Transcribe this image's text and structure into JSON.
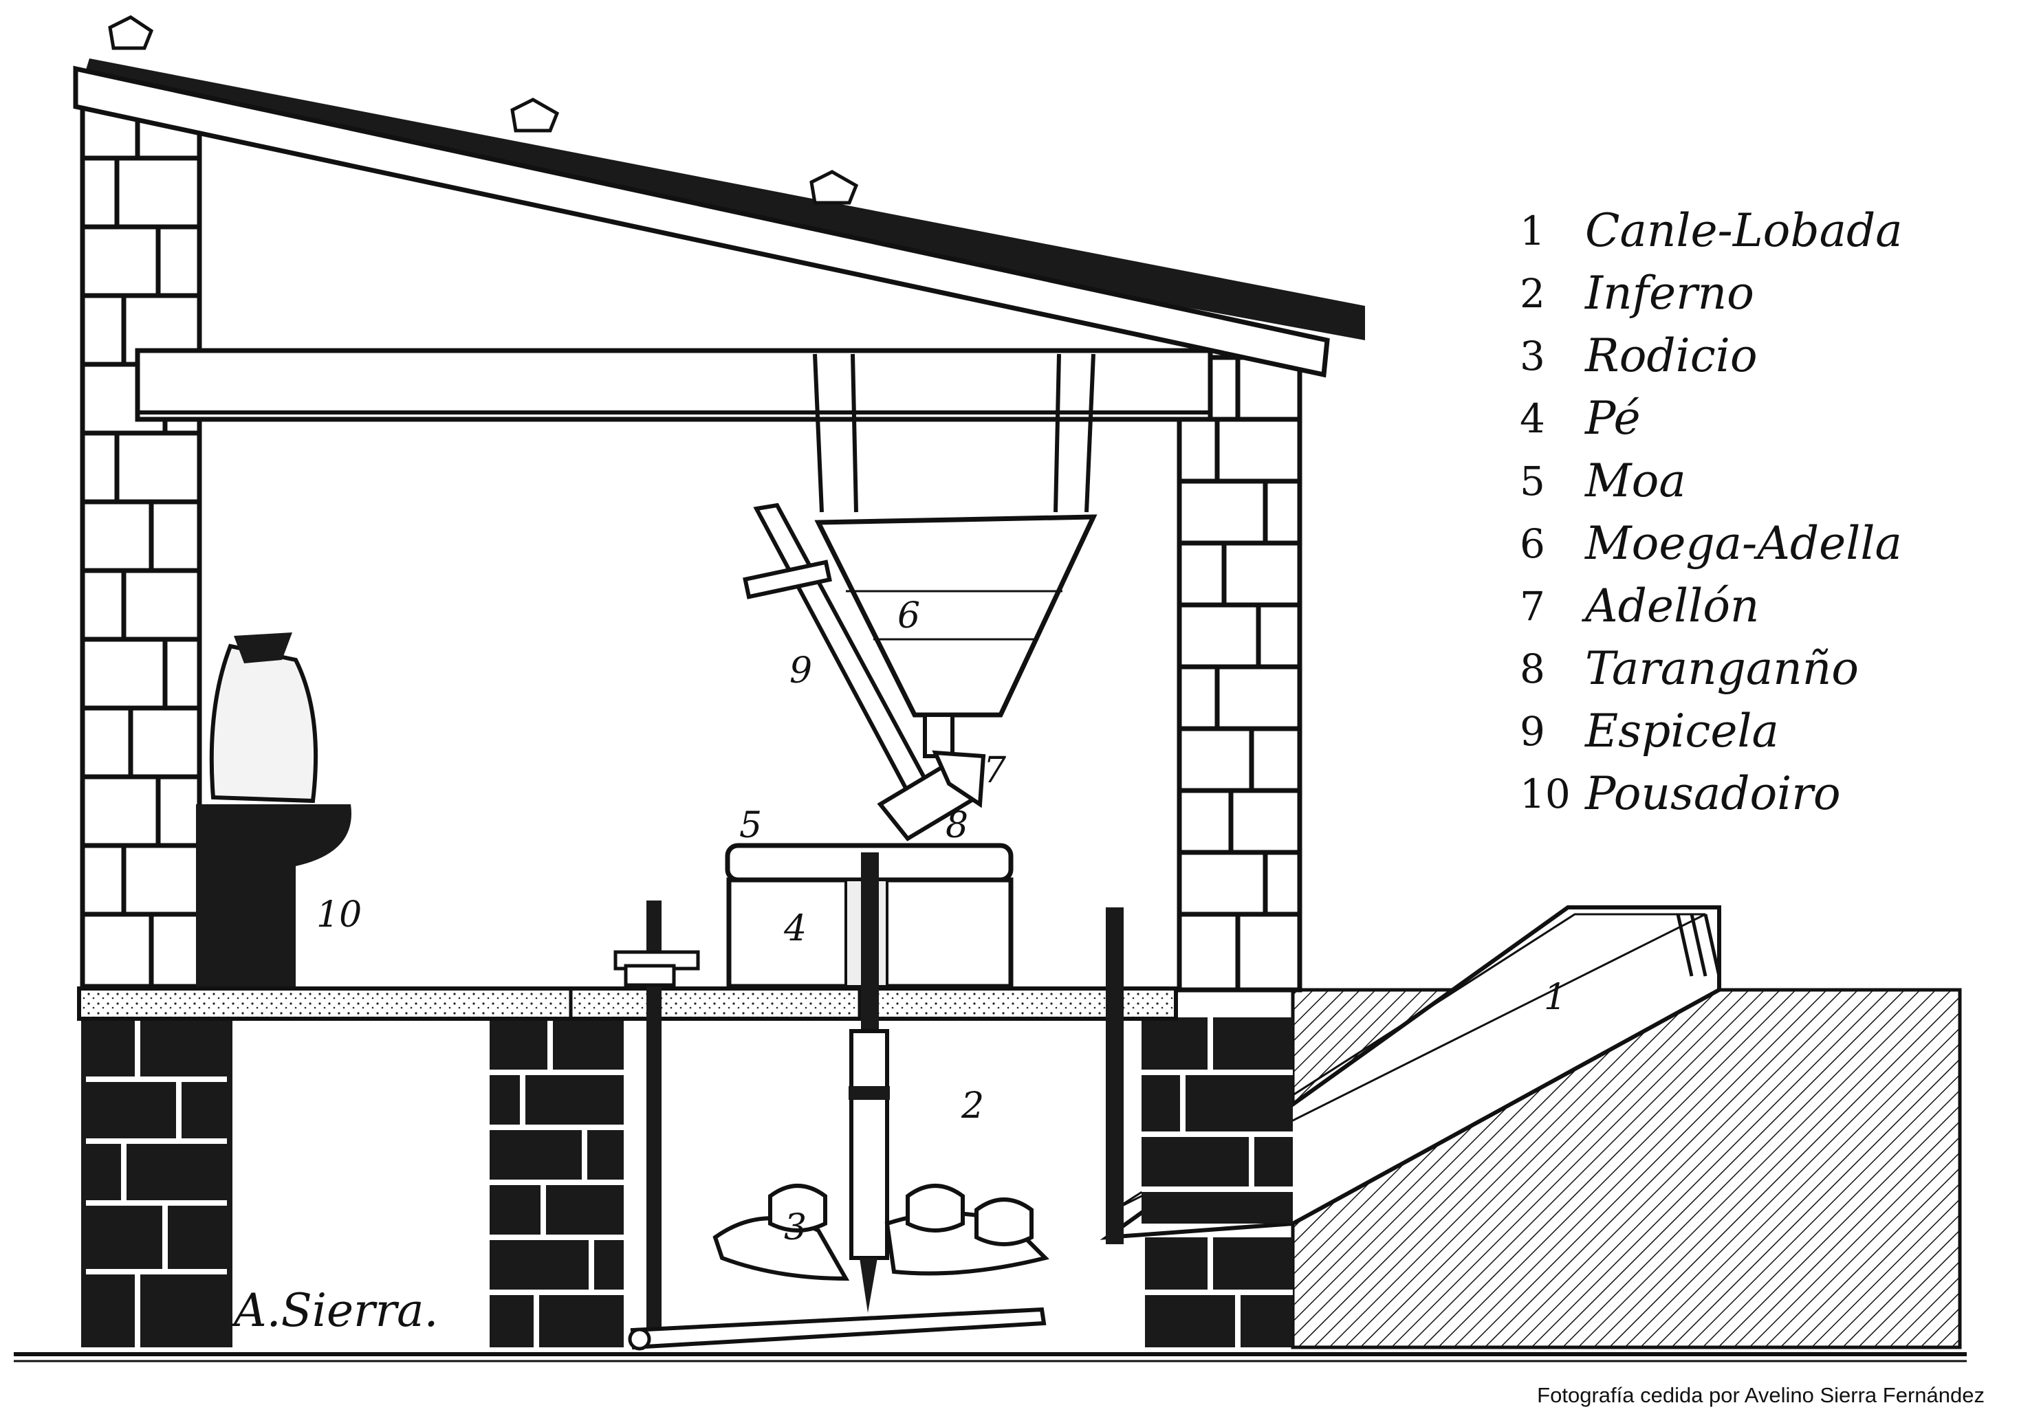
{
  "legend": [
    {
      "number": "1",
      "label": "Canle-Lobada"
    },
    {
      "number": "2",
      "label": "Inferno"
    },
    {
      "number": "3",
      "label": "Rodicio"
    },
    {
      "number": "4",
      "label": "Pé"
    },
    {
      "number": "5",
      "label": "Moa"
    },
    {
      "number": "6",
      "label": "Moega-Adella"
    },
    {
      "number": "7",
      "label": "Adellón"
    },
    {
      "number": "8",
      "label": "Taranganño"
    },
    {
      "number": "9",
      "label": "Espicela"
    },
    {
      "number": "10",
      "label": "Pousadoiro"
    }
  ],
  "callouts": {
    "c1": "1",
    "c2": "2",
    "c3": "3",
    "c4": "4",
    "c5": "5",
    "c6": "6",
    "c7": "7",
    "c8": "8",
    "c9": "9",
    "c10": "10"
  },
  "signature": "A.Sierra.",
  "credit": "Fotografía cedida por Avelino Sierra Fernández"
}
